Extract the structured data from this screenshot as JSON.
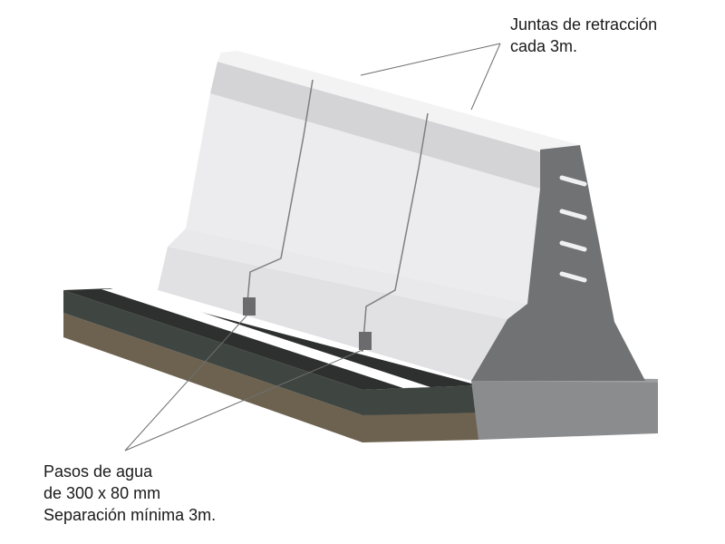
{
  "annotations": {
    "joints": {
      "lines": [
        "Juntas de retracción",
        "cada 3m."
      ]
    },
    "drains": {
      "lines": [
        "Pasos de agua",
        "de 300 x 80 mm",
        "Separación mínima 3m."
      ]
    }
  },
  "colors": {
    "barrier_face_light": "#eeeeef",
    "barrier_face_mid": "#e3e3e5",
    "barrier_band": "#d2d2d4",
    "barrier_top": "#f3f3f4",
    "end_profile": "#717273",
    "footing_side": "#8a8c8e",
    "asphalt_top": "#2e302f",
    "asphalt_side": "#3f4541",
    "base_side": "#6d6250",
    "stripe": "#ffffff",
    "leader_line": "#6f6f6f"
  }
}
